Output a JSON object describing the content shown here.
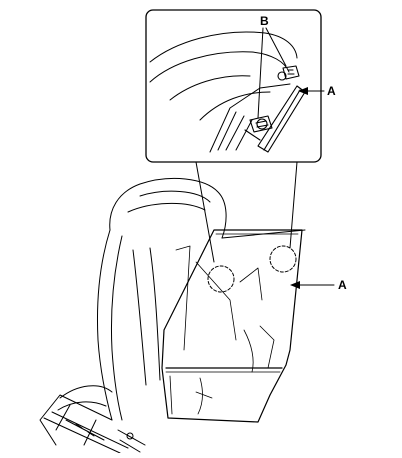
{
  "labels": {
    "b": "B",
    "a_detail": "A",
    "a_main": "A"
  }
}
